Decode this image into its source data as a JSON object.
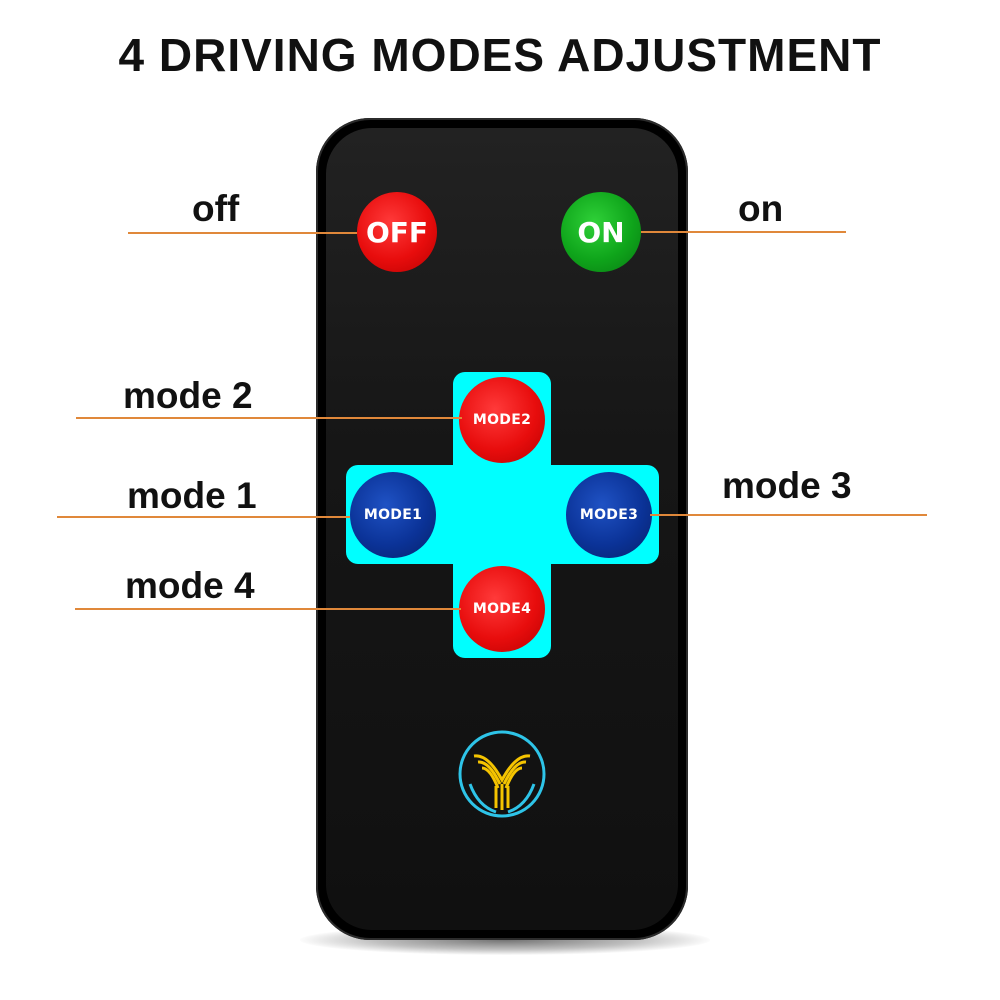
{
  "title": "4 DRIVING MODES ADJUSTMENT",
  "remote": {
    "buttons": {
      "off": "OFF",
      "on": "ON",
      "mode1": "MODE1",
      "mode2": "MODE2",
      "mode3": "MODE3",
      "mode4": "MODE4"
    },
    "logo_icon": "brand-logo-icon"
  },
  "callouts": {
    "off": "off",
    "on": "on",
    "mode1": "mode 1",
    "mode2": "mode 2",
    "mode3": "mode 3",
    "mode4": "mode 4"
  },
  "colors": {
    "remote_body": "#111111",
    "pad": "#00ffff",
    "off_button": "#e80d0d",
    "on_button": "#0fa51b",
    "mode_red": "#e80d0d",
    "mode_blue": "#0b3398",
    "callout_line": "#e0883a",
    "logo_gold": "#f5c400",
    "logo_ring": "#2ec4e8"
  }
}
